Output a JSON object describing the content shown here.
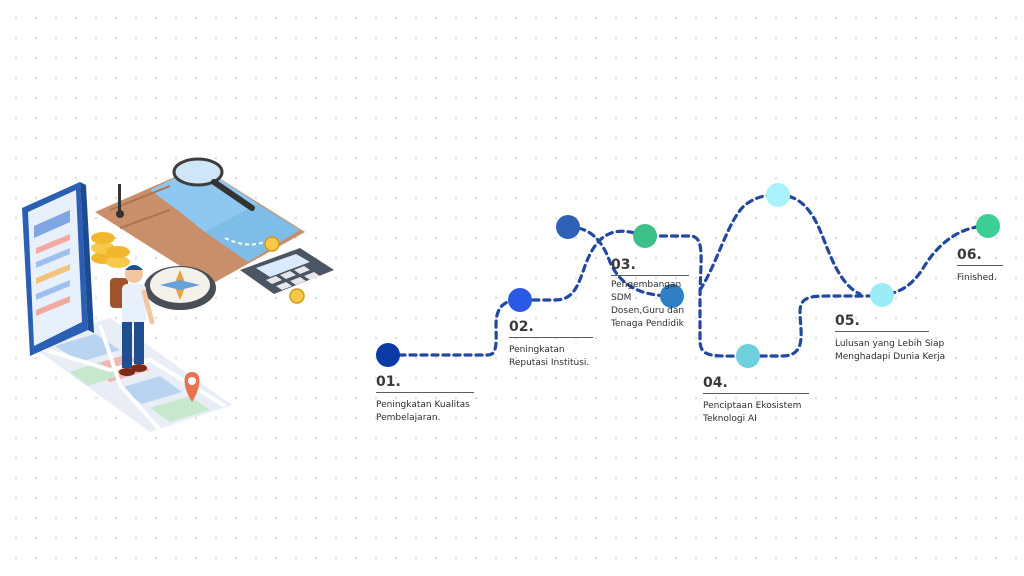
{
  "colors": {
    "road": "#2348a0",
    "dot1": "#0b3aa6",
    "dot2": "#2a59e6",
    "dot3": "#2e7fc4",
    "dot4": "#6fd0dd",
    "dot5": "#9cecf7",
    "dot6": "#3ccf95",
    "dot_start": "#2f62b7",
    "dot_green": "#3cbf88",
    "dot_top": "#a7f2fb"
  },
  "steps": [
    {
      "number": "01.",
      "lines": [
        "Peningkatan Kualitas",
        "Pembelajaran."
      ]
    },
    {
      "number": "02.",
      "lines": [
        "Peningkatan",
        "Reputasi Institusi."
      ]
    },
    {
      "number": "03.",
      "lines": [
        "Pengembangan",
        "SDM",
        "Dosen,Guru dan",
        "Tenaga Pendidik"
      ]
    },
    {
      "number": "04.",
      "lines": [
        "Penciptaan Ekosistem",
        "Teknologi AI"
      ]
    },
    {
      "number": "05.",
      "lines": [
        "Lulusan yang Lebih Siap",
        "Menghadapi Dunia Kerja"
      ]
    },
    {
      "number": "06.",
      "lines": [
        "Finished."
      ]
    }
  ]
}
